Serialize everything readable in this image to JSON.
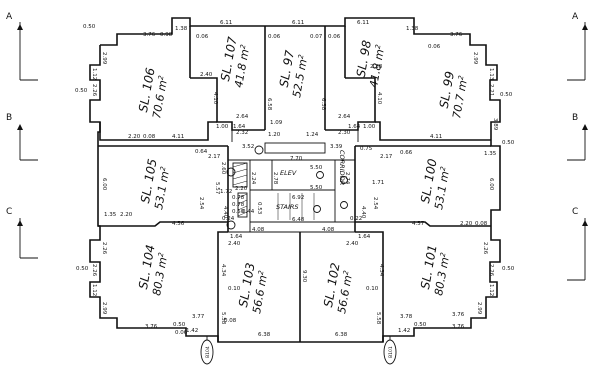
{
  "units": [
    {
      "name": "SL. 106",
      "area": "70.6 m"
    },
    {
      "name": "SL. 107",
      "area": "41.8 m"
    },
    {
      "name": "SL. 97",
      "area": "52.5 m"
    },
    {
      "name": "SL. 98",
      "area": "41.8 m"
    },
    {
      "name": "SL. 99",
      "area": "70.7 m"
    },
    {
      "name": "SL. 105",
      "area": "53.1 m"
    },
    {
      "name": "SL. 100",
      "area": "53.1 m"
    },
    {
      "name": "SL. 104",
      "area": "80.3 m"
    },
    {
      "name": "SL. 103",
      "area": "56.6 m"
    },
    {
      "name": "SL. 102",
      "area": "56.6 m"
    },
    {
      "name": "SL. 101",
      "area": "80.3 m"
    }
  ],
  "area_superscript": "2",
  "core": {
    "elev": "ELEV",
    "corridor": "CORRIDOR",
    "stairs": "STAIRS"
  },
  "section_markers": {
    "left": [
      "A",
      "B",
      "C"
    ],
    "right": [
      "A",
      "B",
      "C"
    ]
  },
  "tags": [
    "B104",
    "B101"
  ],
  "dims": {
    "top_left_a": "0.50",
    "top_left_b": "3.76",
    "top_left_c": "1.38",
    "top_left_d": "0.98",
    "top_left_e": "2.99",
    "u107_top": "6.11",
    "u107_e": "0.06",
    "u107_f": "2.40",
    "u107_g": "4.10",
    "u107_h": "1.00",
    "u107_i": "1.64",
    "u97_top": "6.11",
    "u97_a": "0.06",
    "u97_b": "0.07",
    "u97_c": "6.58",
    "u97_d": "6.58",
    "u98_top": "6.11",
    "u98_a": "0.06",
    "u98_b": "2.38",
    "u98_c": "4.10",
    "u98_d": "1.64",
    "u98_e": "1.00",
    "tr_a": "0.50",
    "tr_b": "3.76",
    "tr_c": "1.38",
    "tr_d": "0.06",
    "tr_e": "2.99",
    "l106_a": "1.12",
    "l106_b": "2.26",
    "l106_c": "0.50",
    "l106_d": "2.20",
    "l106_e": "0.08",
    "l106_f": "4.11",
    "r99_a": "1.13",
    "r99_b": "2.21",
    "r99_c": "0.50",
    "r99_d": "3.89",
    "r99_e": "1.35",
    "r99_f": "4.11",
    "mid_a": "2.64",
    "mid_b": "2.32",
    "mid_c": "1.09",
    "mid_d": "1.20",
    "mid_e": "1.24",
    "mid_f": "2.30",
    "mid_g": "2.64",
    "mid_h": "3.52",
    "mid_i": "3.39",
    "mid_j": "7.70",
    "mid_k": "0.75",
    "l105_a": "6.00",
    "l105_b": "1.35",
    "l105_c": "2.20",
    "l105_d": "4.56",
    "l105_e": "2.17",
    "l105_f": "0.64",
    "l105_g": "2.60",
    "l105_h": "5.57",
    "r100_a": "6.00",
    "r100_b": "2.17",
    "r100_c": "0.66",
    "r100_d": "1.71",
    "r100_e": "4.57",
    "r100_f": "2.20",
    "r100_g": "0.08",
    "core_a": "5.50",
    "core_b": "2.24",
    "core_c": "2.20",
    "core_d": "5.50",
    "core_e": "2.74",
    "core_f": "2.78",
    "core_g": "1.72",
    "core_h": "0.78",
    "core_i": "0.78",
    "core_j": "0.50",
    "core_k": "0.44",
    "core_l": "0.24",
    "core_m": "6.92",
    "core_n": "0.53",
    "core_o": "6.48",
    "core_p": "4.08",
    "core_q": "4.08",
    "core_r": "0.22",
    "core_s": "2.54",
    "core_t": "2.54",
    "core_u": "4.40",
    "core_v": "4.40",
    "l104_a": "2.26",
    "l104_b": "1.12",
    "l104_c": "0.50",
    "l104_d": "2.26",
    "l104_e": "2.99",
    "l104_f": "0.50",
    "l104_g": "0.06",
    "u103_a": "2.40",
    "u103_b": "1.64",
    "u103_c": "4.34",
    "u103_d": "0.10",
    "u103_e": "5.58",
    "u103_f": "0.08",
    "u103_g": "6.38",
    "u103_h": "3.77",
    "u103_i": "1.42",
    "u103_j": "3.76",
    "u102_a": "9.30",
    "u102_b": "1.64",
    "u102_c": "2.40",
    "u102_d": "4.34",
    "u102_e": "0.10",
    "u102_f": "5.58",
    "u102_g": "6.38",
    "u102_h": "3.78",
    "u102_i": "1.42",
    "u102_j": "3.76",
    "r101_a": "2.26",
    "r101_b": "1.12",
    "r101_c": "0.50",
    "r101_d": "2.26",
    "r101_e": "2.99",
    "r101_f": "0.50",
    "r101_g": "3.76"
  }
}
